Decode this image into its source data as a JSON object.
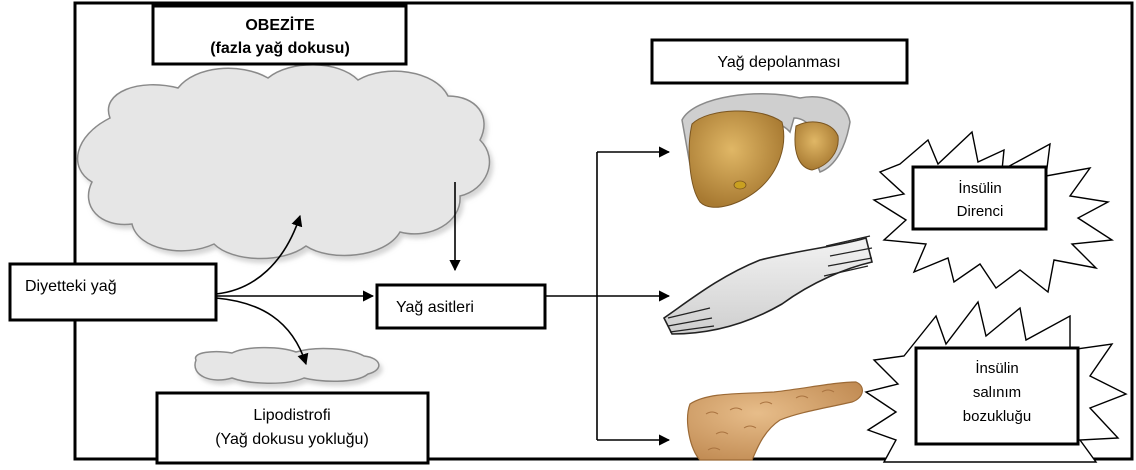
{
  "diagram": {
    "obesity_title": "OBEZİTE",
    "obesity_subtitle": "(fazla yağ dokusu)",
    "fat_storage": "Yağ depolanması",
    "dietary_fat": "Diyetteki yağ",
    "fatty_acids": "Yağ asitleri",
    "lipodystrophy_title": "Lipodistrofi",
    "lipodystrophy_subtitle": "(Yağ dokusu yokluğu)",
    "insulin_resistance_line1": "İnsülin",
    "insulin_resistance_line2": "Direnci",
    "insulin_secretion_line1": "İnsülin",
    "insulin_secretion_line2": "salınım",
    "insulin_secretion_line3": "bozukluğu"
  },
  "colors": {
    "cloud_fill": "#e6e6e6",
    "liver_fill": "#c99a47",
    "liver_shell": "#c8c8c8",
    "muscle_fill": "#e4e4e4",
    "pancreas_fill": "#d9a872",
    "stroke": "#000000"
  },
  "icons": [
    "liver-illustration",
    "muscle-illustration",
    "pancreas-illustration",
    "starburst-shape",
    "cloud-shape"
  ]
}
